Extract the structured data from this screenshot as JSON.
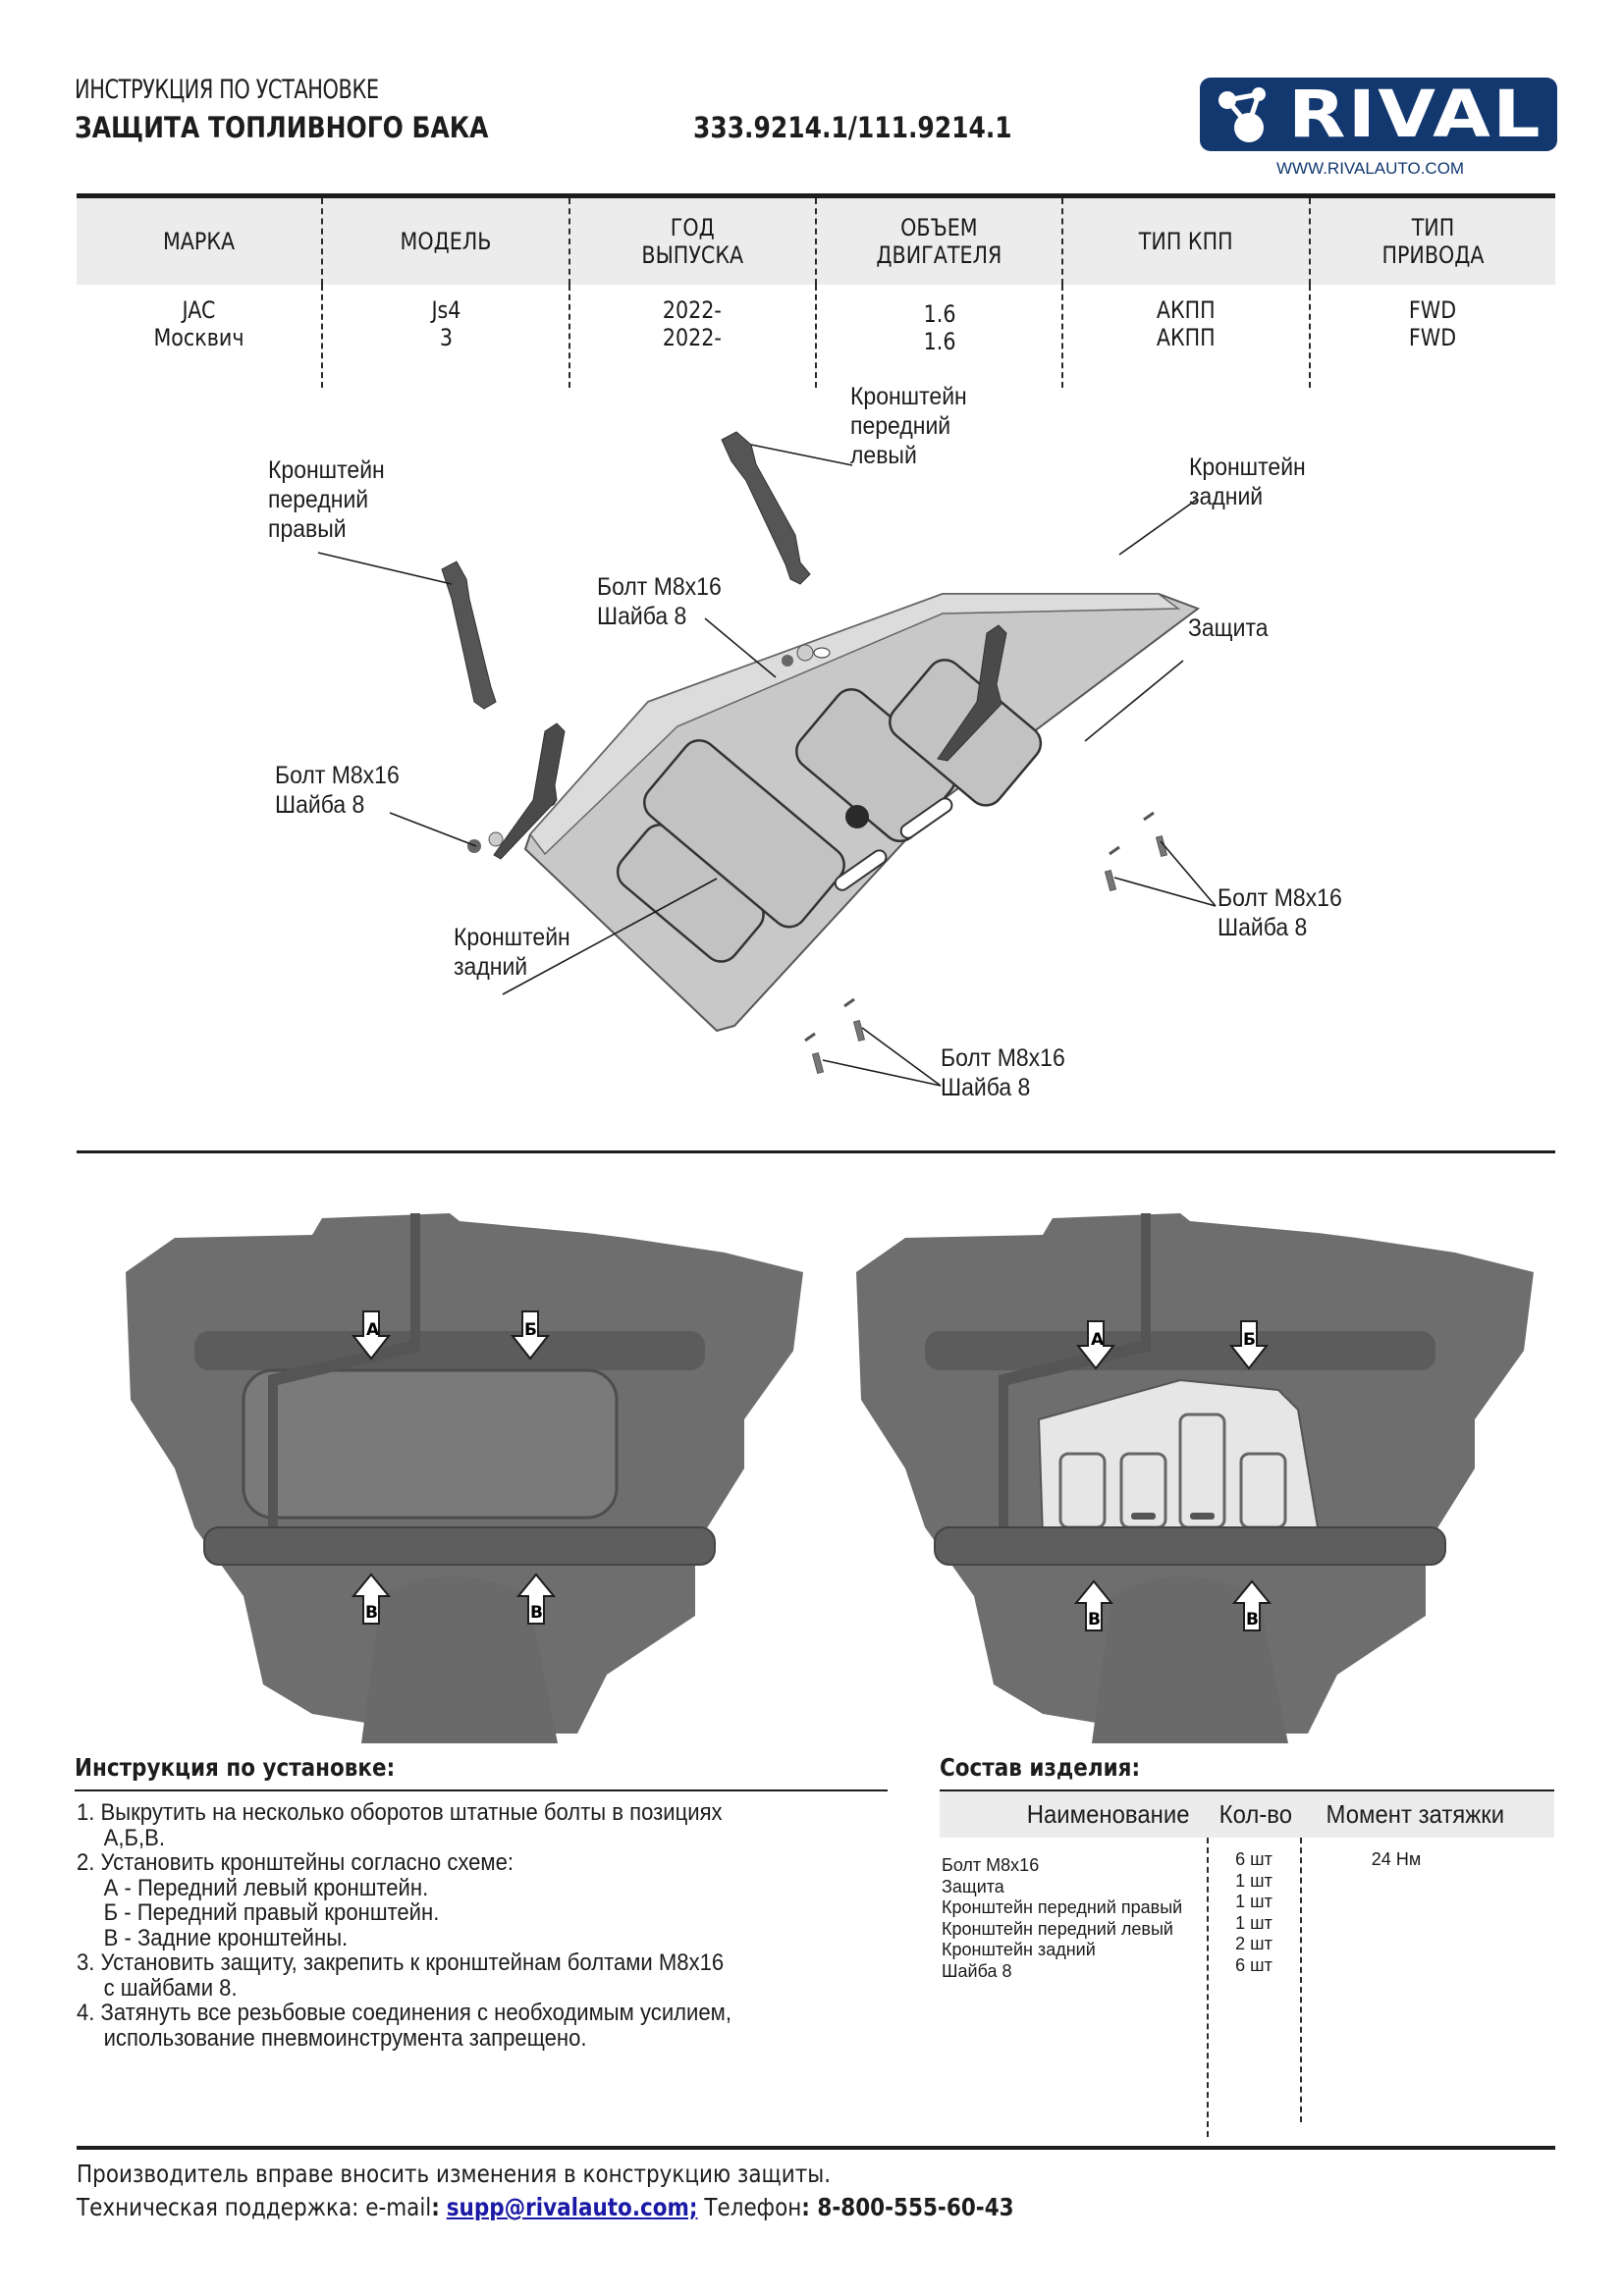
{
  "header": {
    "subtitle": "ИНСТРУКЦИЯ ПО УСТАНОВКЕ",
    "title": "ЗАЩИТА ТОПЛИВНОГО БАКА",
    "part_codes": "333.9214.1/111.9214.1",
    "logo_text": "RIVAL",
    "logo_url": "WWW.RIVALAUTO.COM",
    "brand_color": "#12386f"
  },
  "vehicle_table": {
    "columns": [
      "МАРКА",
      "МОДЕЛЬ",
      "ГОД\nВЫПУСКА",
      "ОБЪЕМ\nДВИГАТЕЛЯ",
      "ТИП КПП",
      "ТИП\nПРИВОДА"
    ],
    "rows": [
      [
        "JAC",
        "Js4",
        "2022-",
        "1.6",
        "АКПП",
        "FWD"
      ],
      [
        "Москвич",
        "3",
        "2022-",
        "1.6",
        "АКПП",
        "FWD"
      ]
    ],
    "cells": [
      "JAC\nМосквич",
      "Js4\n3",
      "2022-\n2022-",
      "1.6\n1.6",
      "АКПП\nАКПП",
      "FWD\nFWD"
    ]
  },
  "diagram": {
    "callouts": {
      "bracket_front_left": "Кронштейн\nпередний\nлевый",
      "bracket_front_right": "Кронштейн\nпередний\nправый",
      "bracket_rear_top": "Кронштейн\nзадний",
      "guard": "Защита",
      "bolt_top": "Болт М8х16\nШайба 8",
      "bolt_left": "Болт М8х16\nШайба 8",
      "bracket_rear_bottom": "Кронштейн\nзадний",
      "bolt_right": "Болт М8х16\nШайба 8",
      "bolt_bottom": "Болт М8х16\nШайба 8"
    }
  },
  "photos": {
    "arrow_labels": {
      "a": "А",
      "b": "Б",
      "v": "В"
    }
  },
  "instructions": {
    "title": "Инструкция по установке:",
    "lines": [
      "1. Выкрутить на несколько оборотов штатные болты в позициях",
      "А,Б,В.",
      "2. Установить кронштейны согласно схеме:",
      "А - Передний левый кронштейн.",
      "Б - Передний правый кронштейн.",
      "В - Задние кронштейны.",
      "3. Установить защиту, закрепить к кронштейнам болтами М8х16",
      "с шайбами 8.",
      "4. Затянуть все резьбовые соединения с необходимым усилием,",
      "использование пневмоинструмента запрещено."
    ]
  },
  "composition": {
    "title": "Состав изделия:",
    "headers": {
      "name": "Наименование",
      "qty": "Кол-во",
      "torque": "Момент затяжки"
    },
    "items": [
      {
        "name": "Болт М8х16",
        "qty": "6 шт"
      },
      {
        "name": "Защита",
        "qty": "1 шт"
      },
      {
        "name": "Кронштейн передний правый",
        "qty": "1 шт"
      },
      {
        "name": "Кронштейн передний левый",
        "qty": "1 шт"
      },
      {
        "name": "Кронштейн задний",
        "qty": "2 шт"
      },
      {
        "name": "Шайба 8",
        "qty": "6 шт"
      }
    ],
    "torque": "24 Нм"
  },
  "footer": {
    "note": "Производитель вправе вносить изменения в конструкцию защиты.",
    "support_label": "Техническая поддержка:  e-mail",
    "colon": ":",
    "email": "supp@rivalauto.com;",
    "phone_label": " Телефон",
    "phone": ": 8-800-555-60-43"
  }
}
